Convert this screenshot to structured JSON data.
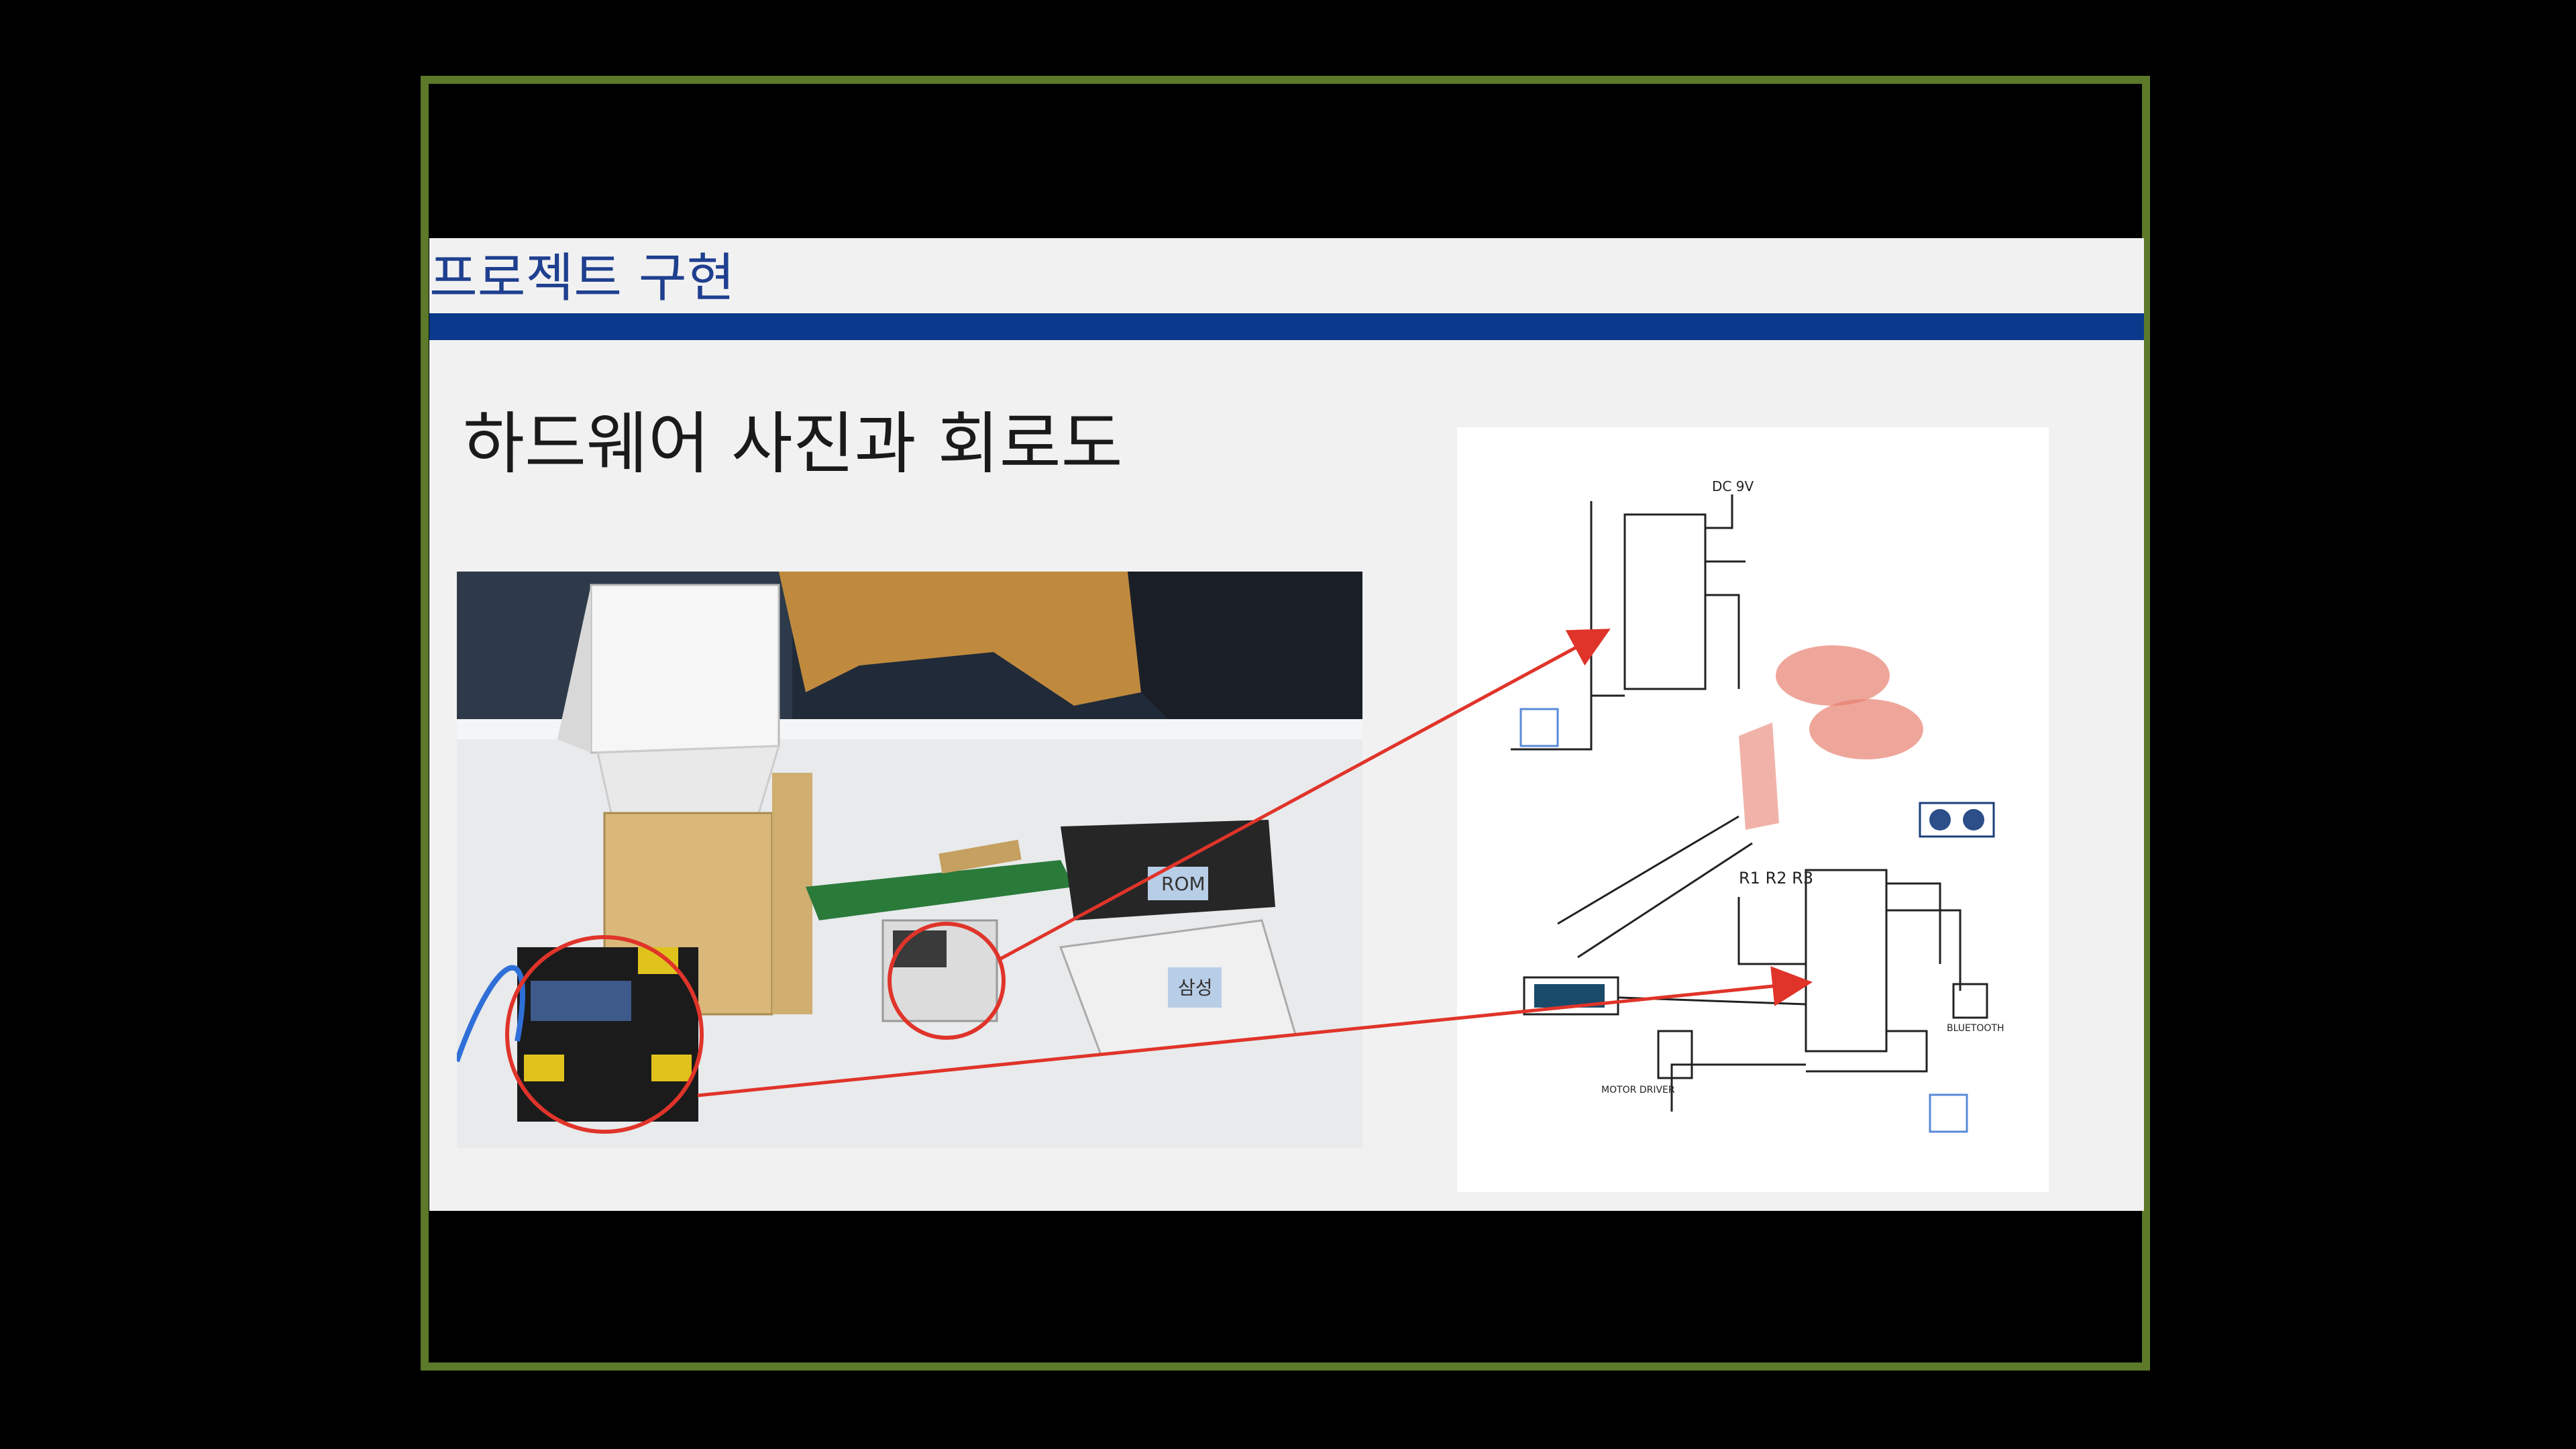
{
  "slide": {
    "section_title": "프로젝트 구현",
    "subtitle": "하드웨어 사진과 회로도"
  },
  "photo": {
    "description_icon": "hardware-photo-icon",
    "box_labels": [
      "ROM",
      "삼성"
    ]
  },
  "schematic": {
    "labels": {
      "power": "DC 9V",
      "resistors": "R1 R2 R3",
      "bluetooth": "BLUETOOTH",
      "motor_driver": "MOTOR DRIVER"
    }
  },
  "colors": {
    "frame": "#5c7a2a",
    "header_bar": "#0b3a8c",
    "title_text": "#1f3f8f",
    "annotation_red": "#e0342a"
  }
}
